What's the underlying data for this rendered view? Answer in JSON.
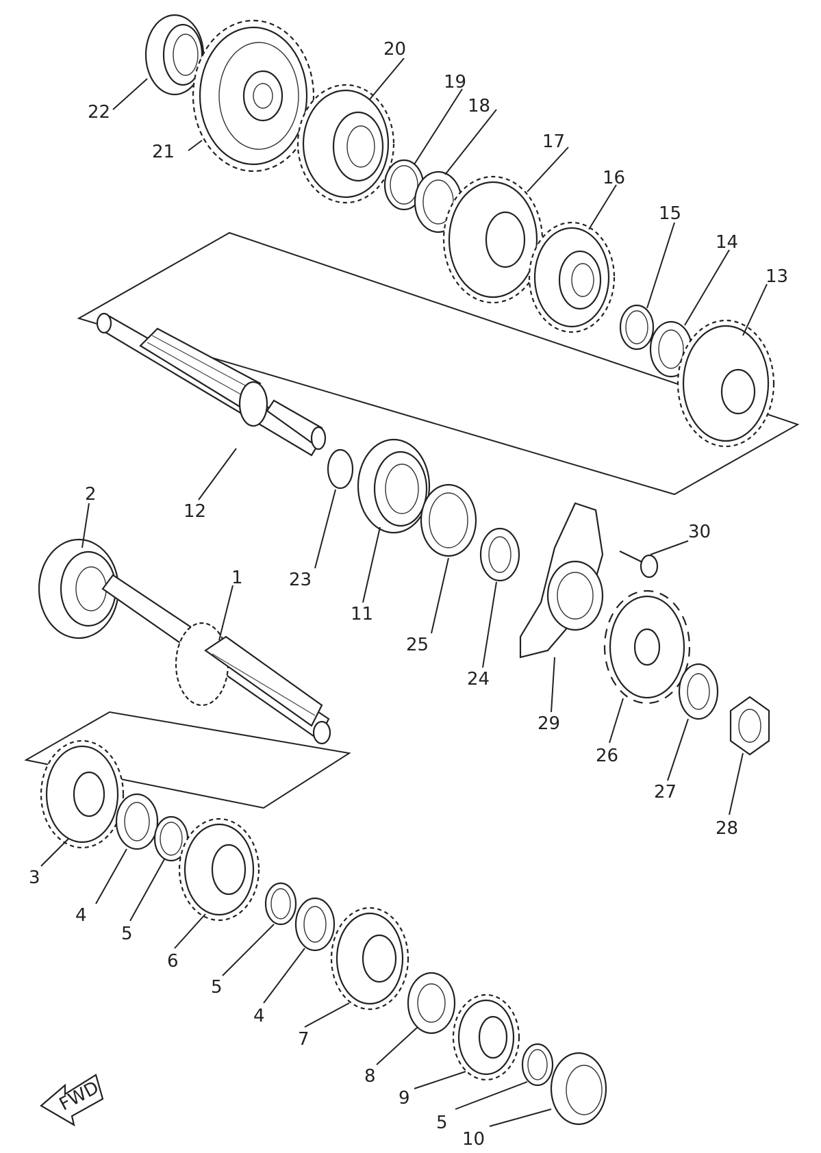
{
  "diagram": {
    "fwd_label": "FWD",
    "part_numbers": [
      "1",
      "2",
      "3",
      "4",
      "5",
      "6",
      "5",
      "4",
      "7",
      "8",
      "9",
      "5",
      "10",
      "11",
      "12",
      "13",
      "14",
      "15",
      "16",
      "17",
      "18",
      "19",
      "20",
      "21",
      "22",
      "23",
      "24",
      "25",
      "26",
      "27",
      "28",
      "29",
      "30"
    ]
  }
}
